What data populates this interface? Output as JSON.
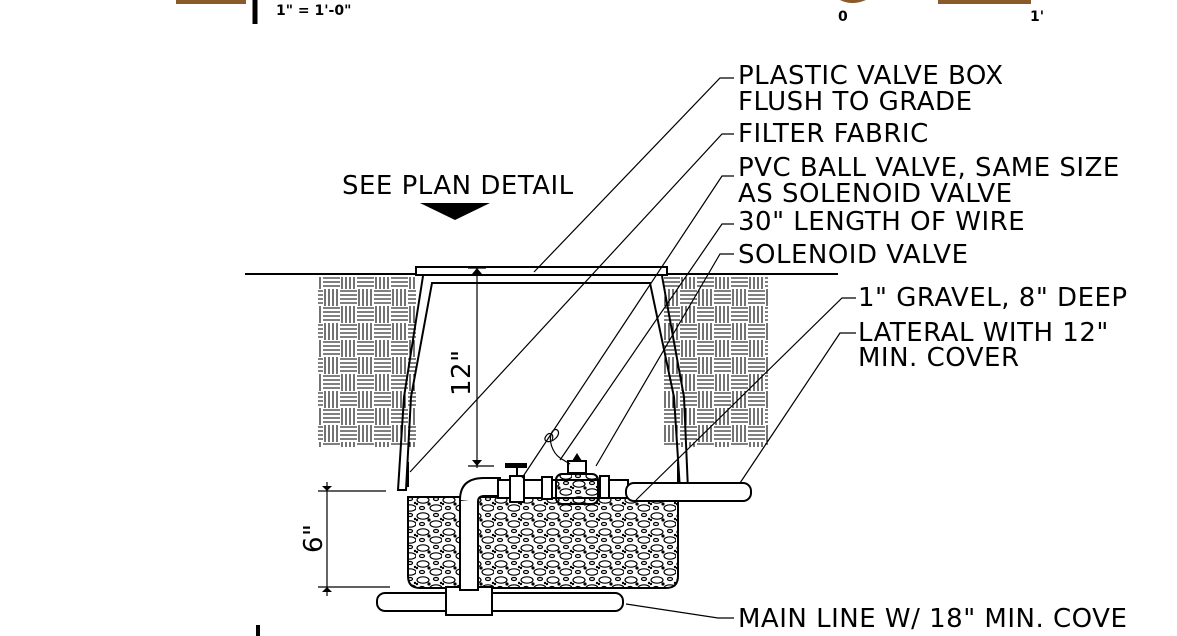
{
  "scale": {
    "text": "1\" = 1'-0\"",
    "bar_start": "0",
    "bar_end": "1'"
  },
  "callouts": {
    "see_plan": "SEE PLAN DETAIL",
    "valve_box_line1": "PLASTIC VALVE BOX",
    "valve_box_line2": "FLUSH TO GRADE",
    "filter_fabric": "FILTER FABRIC",
    "ball_valve_line1": "PVC BALL VALVE, SAME SIZE",
    "ball_valve_line2": "AS SOLENOID VALVE",
    "wire": "30\" LENGTH OF WIRE",
    "solenoid": "SOLENOID VALVE",
    "gravel": "1\" GRAVEL, 8\" DEEP",
    "lateral_line1": "LATERAL WITH 12\"",
    "lateral_line2": "MIN. COVER",
    "main_line": "MAIN LINE W/ 18\" MIN. COVE"
  },
  "dimensions": {
    "box_depth": "12\"",
    "gravel_depth": "6\""
  },
  "colors": {
    "ink": "#000000",
    "scale_bar": "#8b5a2b"
  }
}
